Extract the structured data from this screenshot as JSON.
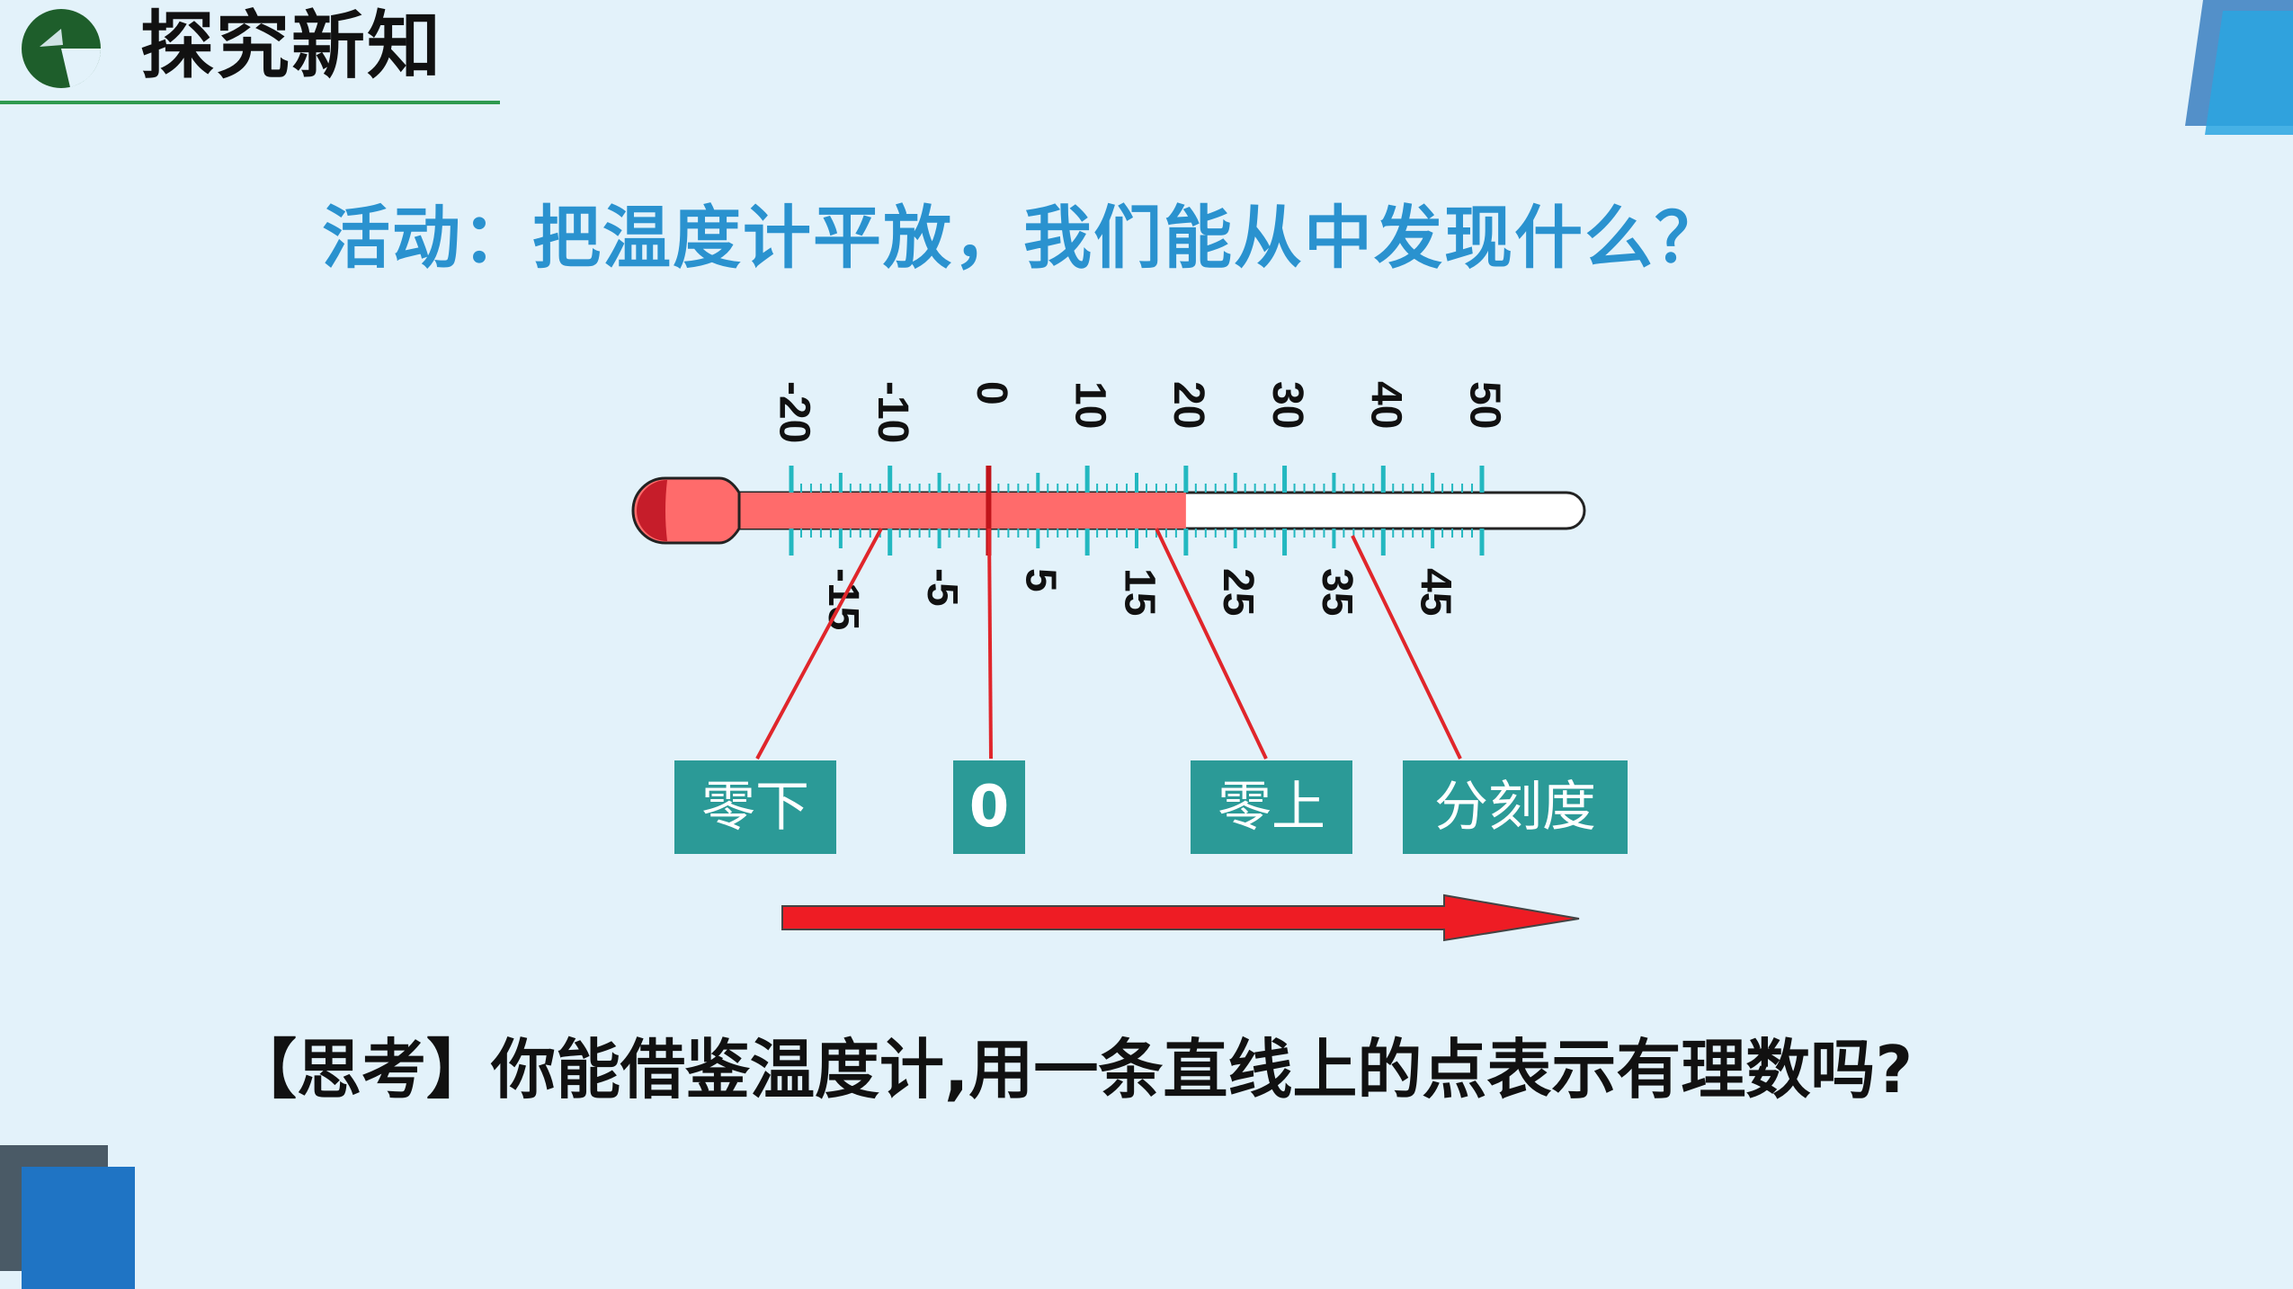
{
  "header": {
    "title": "探究新知"
  },
  "activity": {
    "text": "活动：把温度计平放，我们能从中发现什么？"
  },
  "thermometer": {
    "min": -20,
    "max": 50,
    "fill_to": 20,
    "top_labels": [
      "-20",
      "-10",
      "0",
      "10",
      "20",
      "30",
      "40",
      "50"
    ],
    "bottom_labels": [
      "-15",
      "-5",
      "5",
      "15",
      "25",
      "35",
      "45"
    ],
    "colors": {
      "fill": "#ff6b6b",
      "bulb": "#e23b3b",
      "tick": "#23b8c0",
      "zero": "#c0141a"
    }
  },
  "labels": {
    "below_zero": "零下",
    "zero": "0",
    "above_zero": "零上",
    "graduation": "分刻度"
  },
  "think": {
    "text": "【思考】你能借鉴温度计,用一条直线上的点表示有理数吗?"
  },
  "colors": {
    "background": "#e3f2fa",
    "title_blue": "#2a92cf",
    "box_teal": "#2b9a97",
    "pointer_red": "#e0262b",
    "arrow_red": "#ee1c24"
  }
}
